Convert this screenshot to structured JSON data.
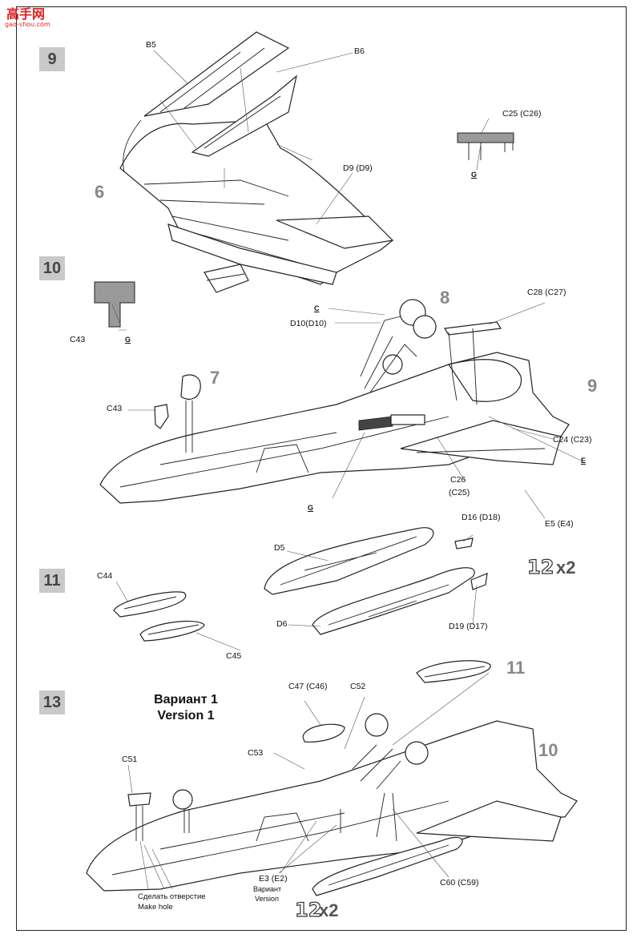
{
  "logo": {
    "text_cn": "高手网",
    "url": "gao-shou.com"
  },
  "steps": {
    "s9": "9",
    "s10": "10",
    "s11": "11",
    "s13": "13"
  },
  "step9": {
    "B5": "B5",
    "B6": "B6",
    "C25": "C25 (C26)",
    "G": "G",
    "D9": "D9 (D9)",
    "ref6": "6"
  },
  "step10": {
    "C43a": "C43",
    "G1": "G",
    "C": "C",
    "D10": "D10(D10)",
    "ref8": "8",
    "C28": "C28 (C27)",
    "ref7": "7",
    "ref9": "9",
    "C43b": "C43",
    "C24": "C24 (C23)",
    "E": "E",
    "C26": "C26",
    "C25b": "(C25)",
    "G2": "G",
    "E5": "E5 (E4)"
  },
  "step11": {
    "D16": "D16 (D18)",
    "D5": "D5",
    "D6": "D6",
    "D19": "D19 (D17)",
    "ref12": "12",
    "x2": "x2",
    "C44": "C44",
    "C45": "C45"
  },
  "step13": {
    "variant_ru": "Вариант 1",
    "variant_en": "Version 1",
    "C47": "C47 (C46)",
    "C52": "C52",
    "ref11": "11",
    "C51": "C51",
    "C53": "C53",
    "ref10": "10",
    "E3": "E3 (E2)",
    "variant_ru2": "Вариант",
    "variant_en2": "Version",
    "make_hole_ru": "Сделать отверстие",
    "make_hole_en": "Make hole",
    "C60": "C60 (C59)",
    "ref12b": "12",
    "x2b": "x2"
  }
}
